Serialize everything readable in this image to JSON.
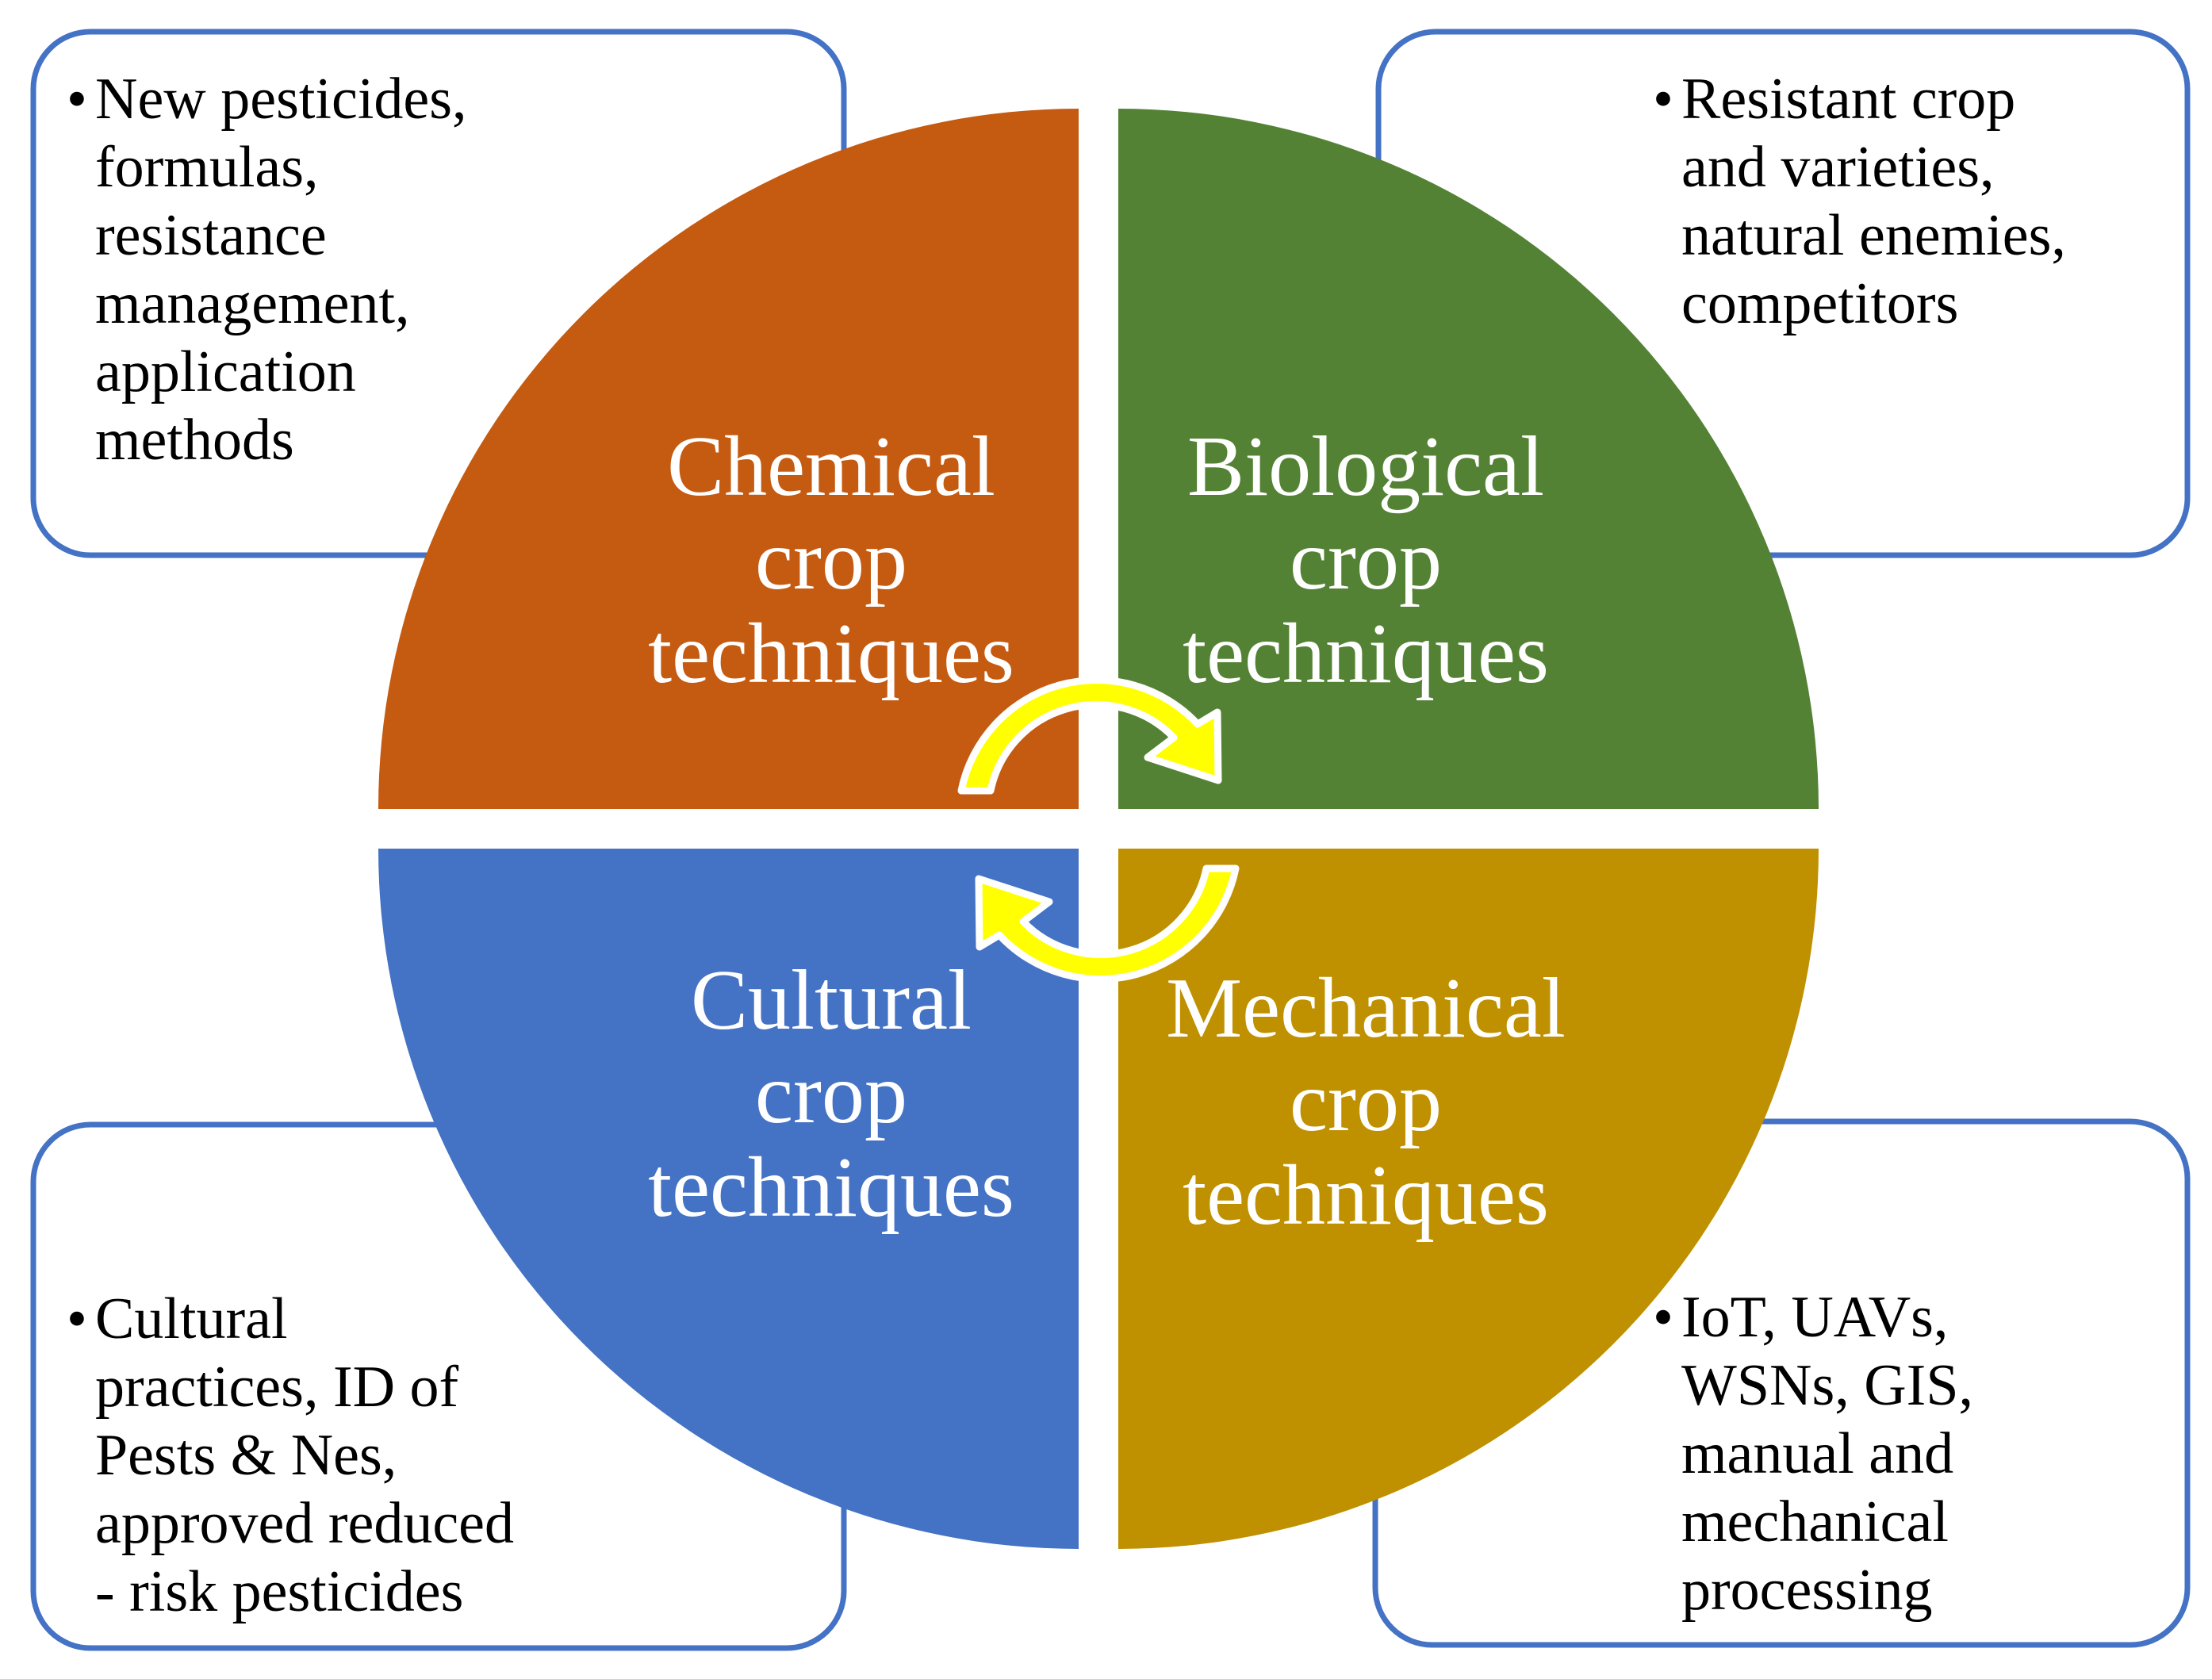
{
  "colors": {
    "chemical": "#C55A11",
    "biological": "#548235",
    "cultural": "#4472C4",
    "mechanical": "#BF9000",
    "box_border": "#4472C4",
    "arrow_fill": "#FFFF00",
    "arrow_stroke": "#FFFFFF"
  },
  "quadrants": {
    "chemical": {
      "lines": [
        "Chemical",
        "crop",
        "techniques"
      ]
    },
    "biological": {
      "lines": [
        "Biological",
        "crop",
        "techniques"
      ]
    },
    "cultural": {
      "lines": [
        "Cultural",
        "crop",
        "techniques"
      ]
    },
    "mechanical": {
      "lines": [
        "Mechanical",
        "crop",
        "techniques"
      ]
    }
  },
  "boxes": {
    "chemical": {
      "bullet": "•",
      "lines": [
        "New pesticides,",
        "formulas,",
        "resistance",
        "management,",
        "application",
        "methods"
      ]
    },
    "biological": {
      "bullet": "•",
      "lines": [
        "Resistant crop",
        "and varieties,",
        "natural enemies,",
        "competitors"
      ]
    },
    "cultural": {
      "bullet": "•",
      "lines": [
        "Cultural",
        "practices, ID of",
        "Pests & Nes,",
        "approved reduced",
        "- risk pesticides"
      ]
    },
    "mechanical": {
      "bullet": "•",
      "lines": [
        "IoT, UAVs,",
        "WSNs, GIS,",
        "manual and",
        "mechanical",
        "processing"
      ]
    }
  },
  "icons": {
    "top_arrow": "curved-arrow-clockwise-icon",
    "bottom_arrow": "curved-arrow-counterclockwise-icon"
  }
}
